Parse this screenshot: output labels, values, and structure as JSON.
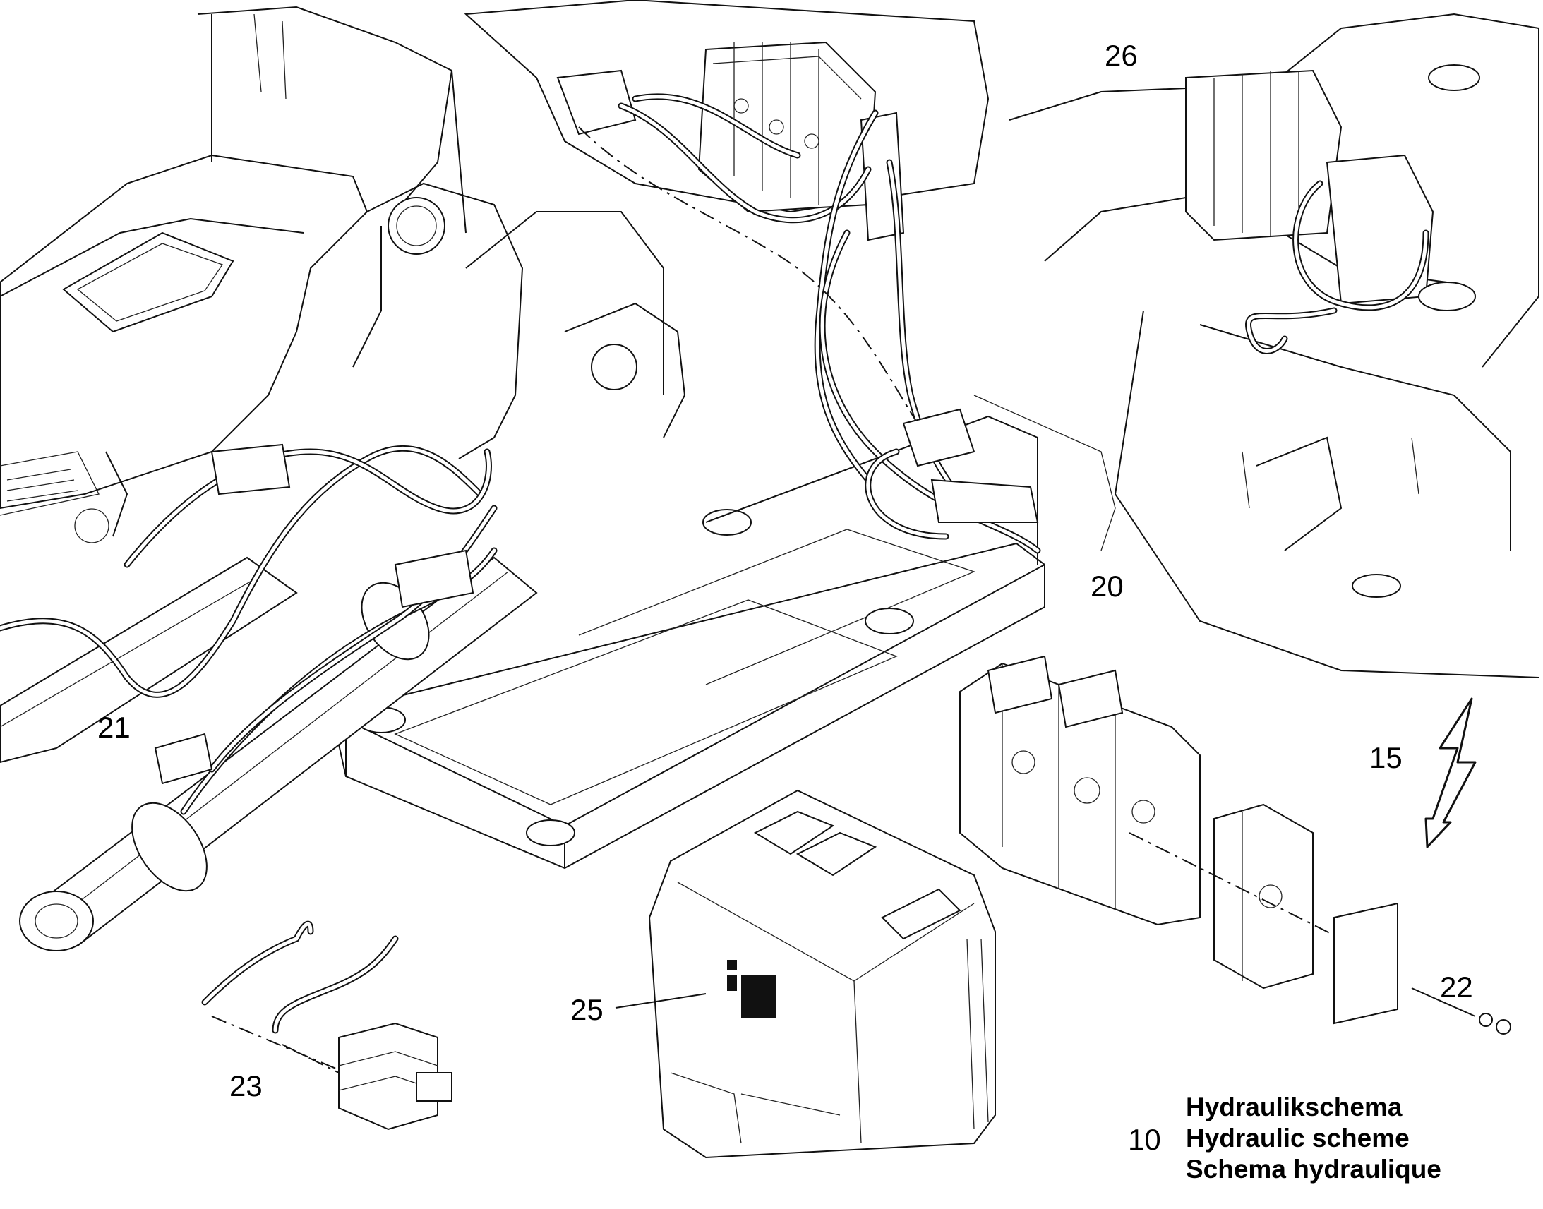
{
  "callouts": {
    "c26": "26",
    "c20": "20",
    "c21": "21",
    "c15": "15",
    "c22": "22",
    "c23": "23",
    "c25": "25",
    "c10": "10"
  },
  "legend": {
    "line1": "Hydraulikschema",
    "line2": "Hydraulic scheme",
    "line3": "Schema hydraulique"
  },
  "icons": [
    "lightning-arrow-icon",
    "wiring-logo-icon"
  ],
  "colors": {
    "ink": "#111111",
    "paper": "#ffffff"
  }
}
